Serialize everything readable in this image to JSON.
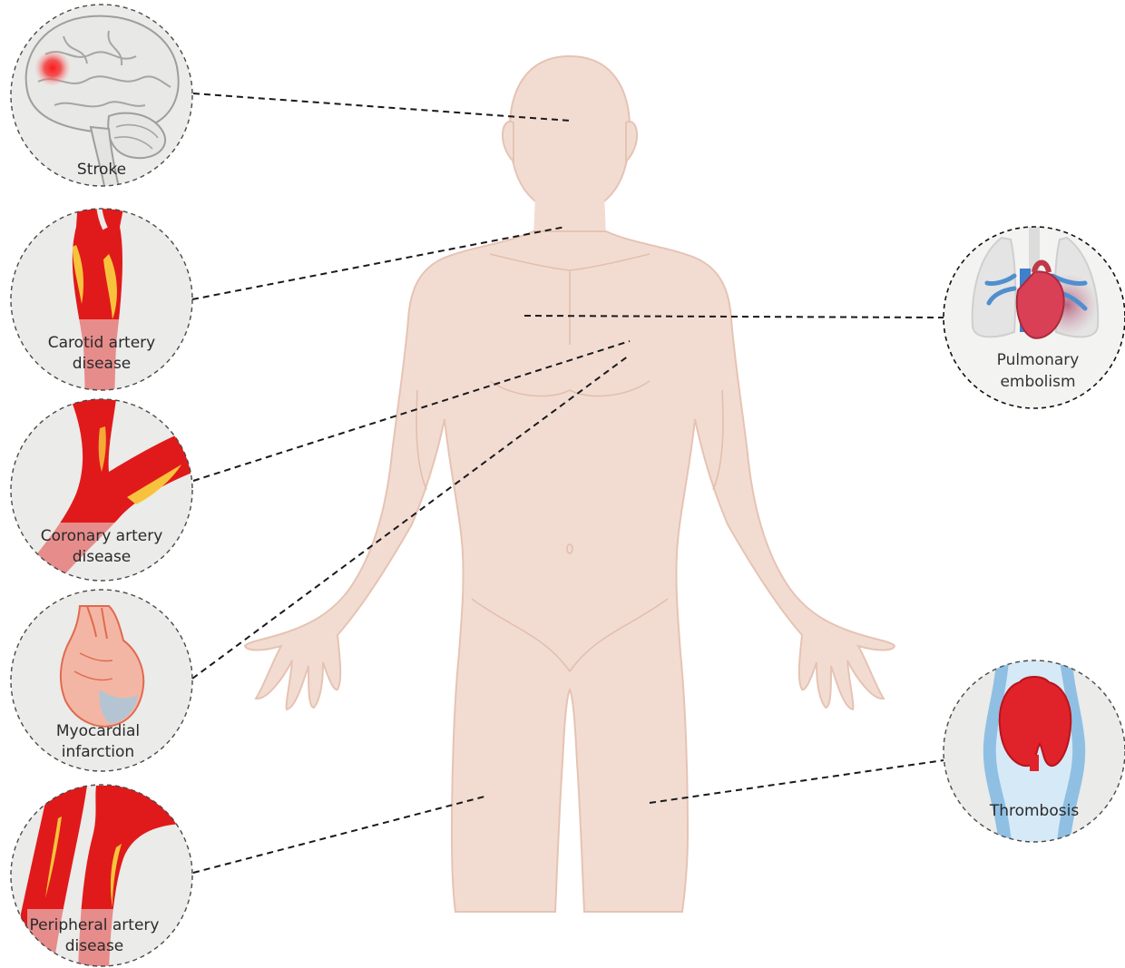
{
  "callouts": {
    "stroke": {
      "label_lines": [
        "Stroke"
      ],
      "icon": "brain-icon"
    },
    "carotid": {
      "label_lines": [
        "Carotid artery",
        "disease"
      ],
      "icon": "carotid-artery-icon"
    },
    "coronary": {
      "label_lines": [
        "Coronary artery",
        "disease"
      ],
      "icon": "coronary-artery-icon"
    },
    "myocardial": {
      "label_lines": [
        "Myocardial",
        "infarction"
      ],
      "icon": "heart-icon"
    },
    "peripheral": {
      "label_lines": [
        "Peripheral artery",
        "disease"
      ],
      "icon": "peripheral-artery-icon"
    },
    "pulmonary": {
      "label_lines": [
        "Pulmonary",
        "embolism"
      ],
      "icon": "lungs-heart-icon"
    },
    "thrombosis": {
      "label_lines": [
        "Thrombosis"
      ],
      "icon": "vein-clot-icon"
    }
  },
  "colors": {
    "skin": "#f2dcd2",
    "skin_outline": "#e6c3b3",
    "artery_red": "#e01a1a",
    "plaque_yellow": "#f8c33c",
    "circle_bg": "#ebebe9",
    "vein_blue": "#8fc0e3"
  }
}
